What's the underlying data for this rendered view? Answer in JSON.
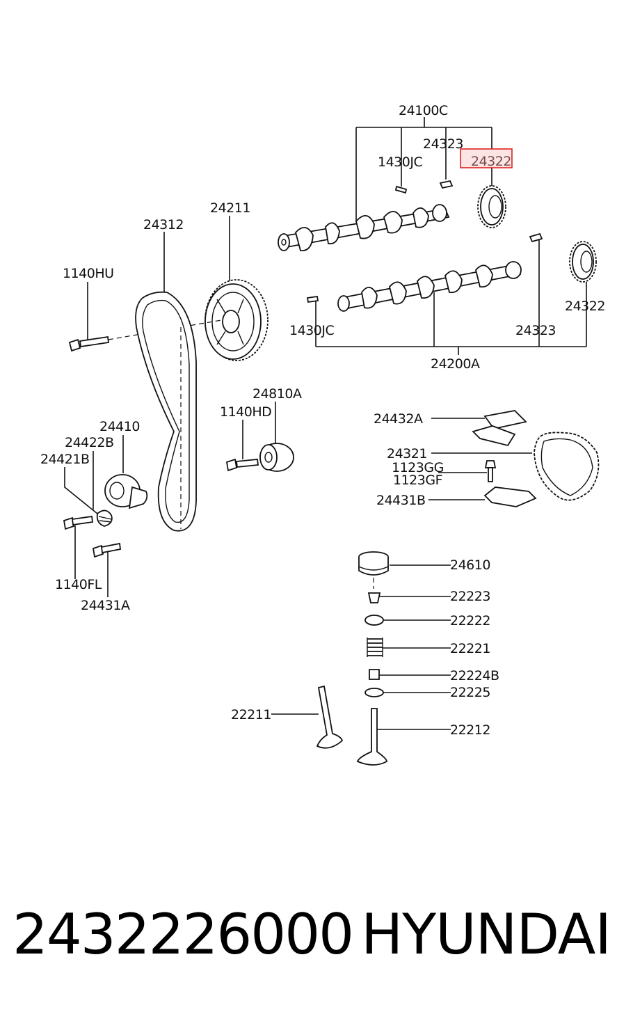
{
  "highlight": {
    "label": "24322",
    "color": "#e0201e"
  },
  "labels": {
    "c24100C": "24100C",
    "c24323a": "24323",
    "c1430JCa": "1430JC",
    "c24322a": "24322",
    "c24211": "24211",
    "c24312": "24312",
    "c1140HU": "1140HU",
    "c1430JCb": "1430JC",
    "c24322b": "24322",
    "c24323b": "24323",
    "c24200A": "24200A",
    "c24810A": "24810A",
    "c1140HD": "1140HD",
    "c24410": "24410",
    "c24422B": "24422B",
    "c24421B": "24421B",
    "c1140FL": "1140FL",
    "c24431A": "24431A",
    "c24432A": "24432A",
    "c24321": "24321",
    "c1123GG": "1123GG",
    "c1123GF": "1123GF",
    "c24431B": "24431B",
    "c24610": "24610",
    "c22223": "22223",
    "c22222": "22222",
    "c22221": "22221",
    "c22224B": "22224B",
    "c22225": "22225",
    "c22211": "22211",
    "c22212": "22212"
  },
  "footer": {
    "part_number": "2432226000",
    "brand": "HYUNDAI"
  }
}
